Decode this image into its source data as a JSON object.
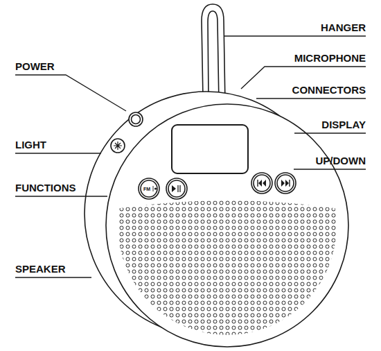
{
  "diagram": {
    "labels": [
      "HANGER",
      "MICROPHONE",
      "POWER",
      "CONNECTORS",
      "DISPLAY",
      "LIGHT",
      "UP/DOWN",
      "FUNCTIONS",
      "FM",
      "SPEAKER"
    ]
  }
}
